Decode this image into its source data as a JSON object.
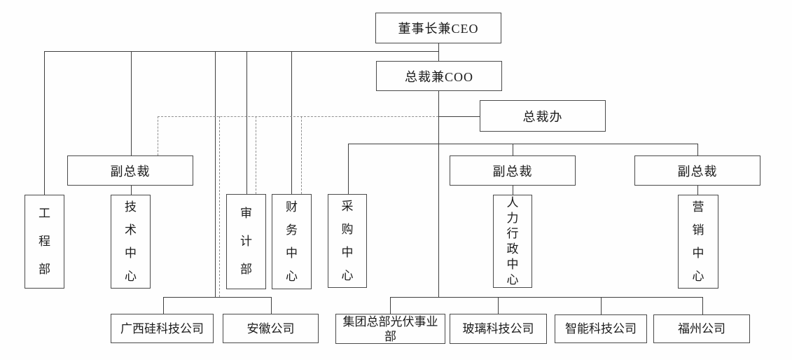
{
  "diagram": {
    "type": "org-chart",
    "nodes": {
      "ceo": {
        "label": "董事长兼CEO"
      },
      "coo": {
        "label": "总裁兼COO"
      },
      "president_office": {
        "label": "总裁办"
      },
      "vp_left": {
        "label": "副总裁"
      },
      "vp_middle": {
        "label": "副总裁"
      },
      "vp_right": {
        "label": "副总裁"
      },
      "engineering_dept": {
        "label": "工程部"
      },
      "technology_center": {
        "label": "技术中心"
      },
      "audit_dept": {
        "label": "审计部"
      },
      "finance_center": {
        "label": "财务中心"
      },
      "procurement_center": {
        "label": "采购中心"
      },
      "hr_admin_center": {
        "label": "人力行政中心"
      },
      "marketing_center": {
        "label": "营销中心"
      },
      "guangxi_silicon_company": {
        "label": "广西硅科技公司"
      },
      "anhui_company": {
        "label": "安徽公司"
      },
      "group_hq_pv_division": {
        "label": "集团总部光伏事业部"
      },
      "glass_tech_company": {
        "label": "玻璃科技公司"
      },
      "smart_tech_company": {
        "label": "智能科技公司"
      },
      "fuzhou_company": {
        "label": "福州公司"
      }
    },
    "edges": [
      {
        "from": "ceo",
        "to": "coo",
        "style": "solid"
      },
      {
        "from": "ceo",
        "to": "engineering_dept",
        "style": "solid"
      },
      {
        "from": "ceo",
        "to": "vp_left",
        "style": "solid"
      },
      {
        "from": "ceo",
        "to": "audit_dept",
        "style": "solid"
      },
      {
        "from": "ceo",
        "to": "finance_center",
        "style": "solid"
      },
      {
        "from": "ceo",
        "to": "guangxi_silicon_company",
        "style": "solid"
      },
      {
        "from": "ceo",
        "to": "anhui_company",
        "style": "solid"
      },
      {
        "from": "vp_left",
        "to": "technology_center",
        "style": "solid"
      },
      {
        "from": "coo",
        "to": "president_office",
        "style": "solid"
      },
      {
        "from": "coo",
        "to": "procurement_center",
        "style": "solid"
      },
      {
        "from": "coo",
        "to": "vp_middle",
        "style": "solid"
      },
      {
        "from": "coo",
        "to": "vp_right",
        "style": "solid"
      },
      {
        "from": "vp_middle",
        "to": "hr_admin_center",
        "style": "solid"
      },
      {
        "from": "vp_right",
        "to": "marketing_center",
        "style": "solid"
      },
      {
        "from": "coo",
        "to": "group_hq_pv_division",
        "style": "solid"
      },
      {
        "from": "coo",
        "to": "glass_tech_company",
        "style": "solid"
      },
      {
        "from": "coo",
        "to": "smart_tech_company",
        "style": "solid"
      },
      {
        "from": "coo",
        "to": "fuzhou_company",
        "style": "solid"
      },
      {
        "from": "president_office",
        "to": "vp_left",
        "style": "dashed"
      },
      {
        "from": "president_office",
        "to": "audit_dept",
        "style": "dashed"
      },
      {
        "from": "president_office",
        "to": "finance_center",
        "style": "dashed"
      },
      {
        "from": "president_office",
        "to": "guangxi_silicon_company",
        "style": "dashed"
      },
      {
        "from": "president_office",
        "to": "anhui_company",
        "style": "dashed"
      }
    ],
    "colors": {
      "line_solid": "#3f3f3f",
      "line_dashed": "#8f8f8f",
      "box_border": "#4a4a4a",
      "background": "#fefefe",
      "text": "#1b1b1b"
    }
  }
}
